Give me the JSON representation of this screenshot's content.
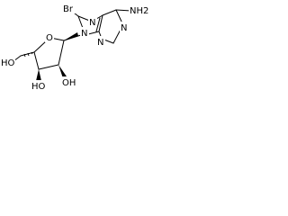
{
  "molecule": {
    "atoms": {
      "br": "Br",
      "n7": "N",
      "nh2": "NH2",
      "n9": "N",
      "n1": "N",
      "n3": "N",
      "o_ring": "O",
      "oh5": "HO",
      "oh3": "HO",
      "oh2": "OH"
    }
  }
}
